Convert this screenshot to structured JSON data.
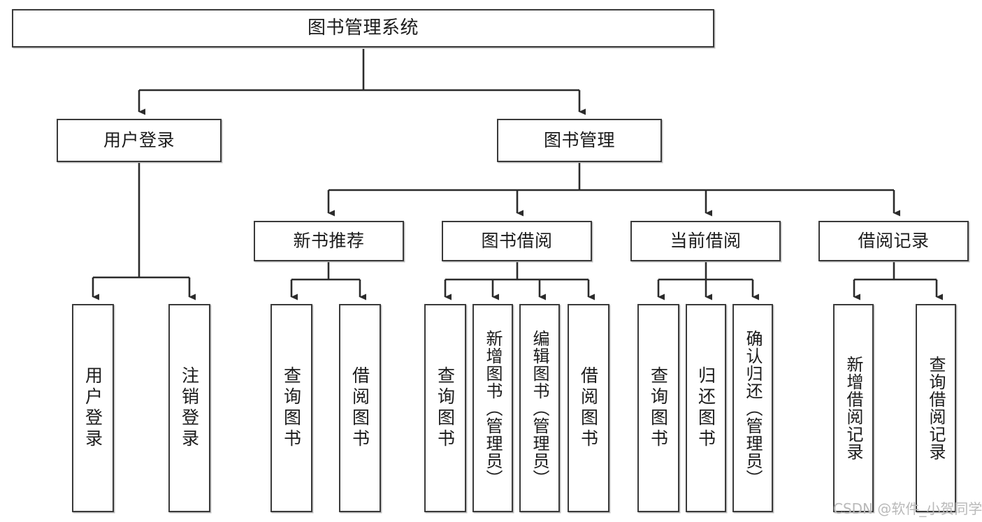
{
  "diagram": {
    "title": "图书管理系统",
    "type": "tree-hierarchy-chart",
    "colors": {
      "stroke": "#3a3a3a",
      "fill": "#ffffff",
      "text": "#1b1b1b",
      "watermark": "#b9b9b9"
    },
    "root": {
      "label": "图书管理系统"
    },
    "level2": [
      {
        "label": "用户登录"
      },
      {
        "label": "图书管理"
      }
    ],
    "level3": [
      {
        "label": "新书推荐"
      },
      {
        "label": "图书借阅"
      },
      {
        "label": "当前借阅"
      },
      {
        "label": "借阅记录"
      }
    ],
    "leaves": {
      "user_login": [
        {
          "label": "用户登录"
        },
        {
          "label": "注销登录"
        }
      ],
      "new_book_recommend": [
        {
          "label": "查询图书"
        },
        {
          "label": "借阅图书"
        }
      ],
      "book_borrow": [
        {
          "label": "查询图书"
        },
        {
          "label": "新增图书（管理员）"
        },
        {
          "label": "编辑图书（管理员）"
        },
        {
          "label": "借阅图书"
        }
      ],
      "current_borrow": [
        {
          "label": "查询图书"
        },
        {
          "label": "归还图书"
        },
        {
          "label": "确认归还（管理员）"
        }
      ],
      "borrow_record": [
        {
          "label": "新增借阅记录"
        },
        {
          "label": "查询借阅记录"
        }
      ]
    },
    "watermark": "CSDN @软件_小贺同学"
  }
}
